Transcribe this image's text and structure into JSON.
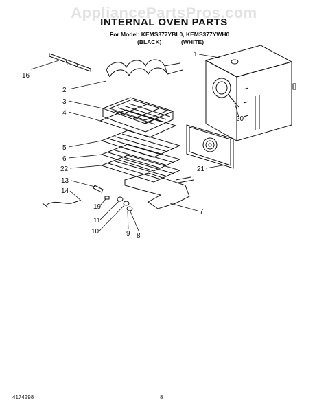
{
  "watermark": "AppliancePartsPros.com",
  "title": "INTERNAL OVEN PARTS",
  "model_line": "For Model: KEMS377YBL0, KEMS377YWH0",
  "variants": [
    "(BLACK)",
    "(WHITE)"
  ],
  "callouts": [
    "1",
    "2",
    "3",
    "4",
    "5",
    "6",
    "7",
    "8",
    "9",
    "10",
    "11",
    "13",
    "14",
    "16",
    "19",
    "20",
    "21",
    "22"
  ],
  "footer": {
    "doc_number": "4174298",
    "page_number": "8"
  }
}
